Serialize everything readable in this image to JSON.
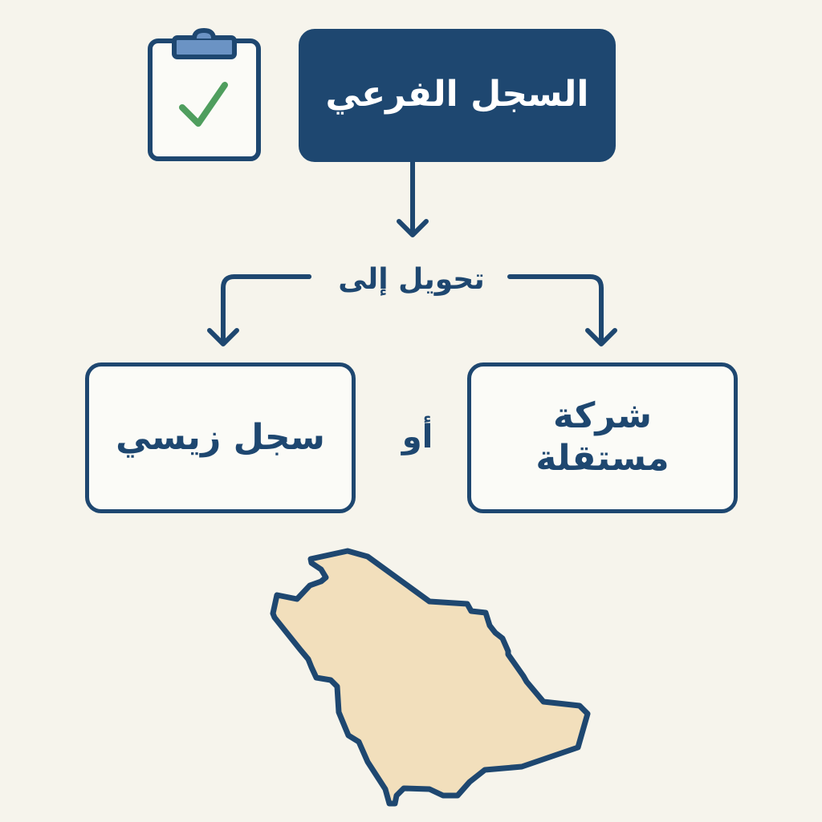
{
  "diagram": {
    "source_node": {
      "label": "السجل الفرعي"
    },
    "edge_label": "تحويل إلى",
    "targets": [
      {
        "id": "independent-company",
        "lines": [
          "شركة",
          "مستقلة"
        ]
      },
      {
        "id": "main-register",
        "label": "سجل زيسي"
      }
    ],
    "separator_label": "أو"
  },
  "icons": {
    "clipboard": "clipboard-check-icon",
    "map": "saudi-arabia-map-icon"
  },
  "colors": {
    "background": "#f6f4ec",
    "primary": "#1e4770",
    "clipboard_clip": "#6b93c4",
    "check": "#4f9e5e",
    "map_fill": "#f2dfbc",
    "box_fill": "#fbfbf7"
  }
}
